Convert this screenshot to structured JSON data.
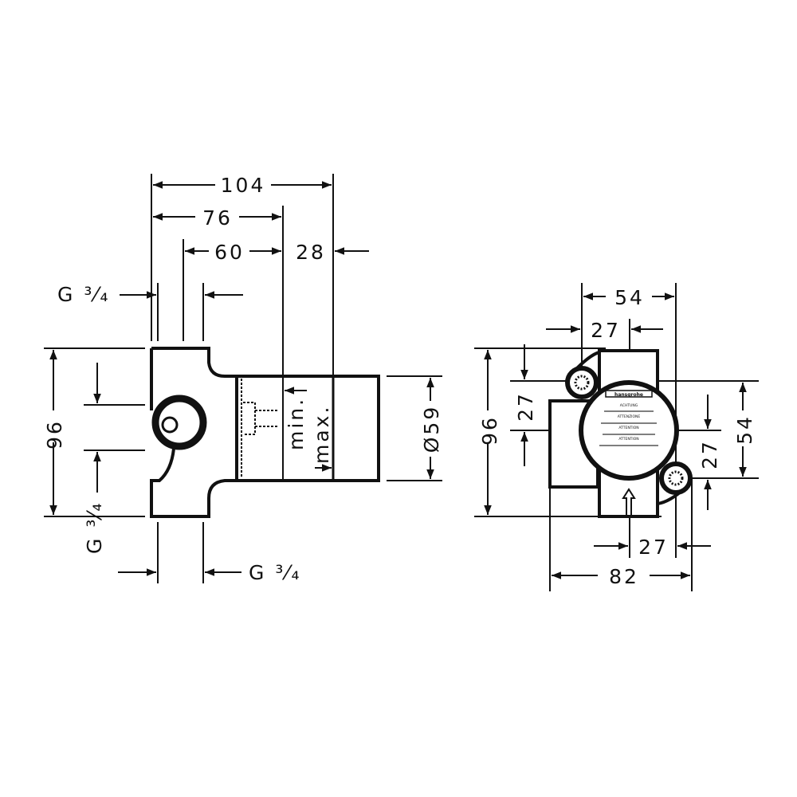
{
  "left_view": {
    "dim_overall": "104",
    "dim_76": "76",
    "dim_60": "60",
    "dim_28": "28",
    "dim_height": "96",
    "dim_diameter": "Ø59",
    "label_min": "min.",
    "label_max": "max.",
    "thread_top": "G ³⁄₄",
    "thread_side": "G ³⁄₄",
    "thread_bottom": "G ³⁄₄"
  },
  "right_view": {
    "dim_top_54": "54",
    "dim_top_27": "27",
    "dim_height": "96",
    "dim_left_27": "27",
    "dim_right_54": "54",
    "dim_right_27": "27",
    "dim_bottom_27": "27",
    "dim_width": "82",
    "label_brand": "hansgrohe",
    "label_lines": [
      "ACHTUNG",
      "ATTENZIONE",
      "ATTENTION",
      "ATTENTION"
    ]
  }
}
